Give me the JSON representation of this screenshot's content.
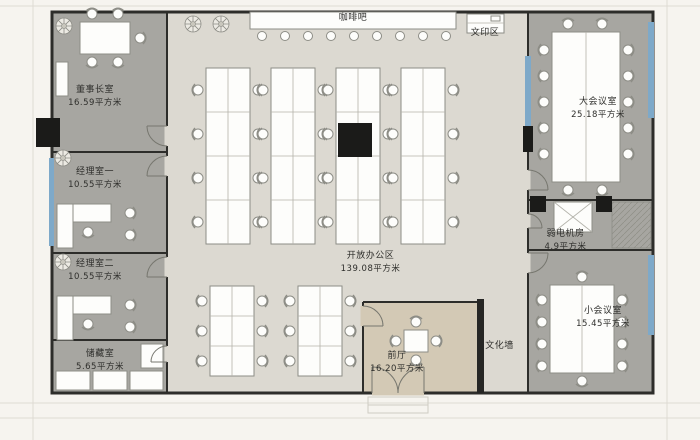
{
  "rooms": {
    "chairman": {
      "name": "董事长室",
      "area": "16.59平方米"
    },
    "manager_one": {
      "name": "经理室一",
      "area": "10.55平方米"
    },
    "manager_two": {
      "name": "经理室二",
      "area": "10.55平方米"
    },
    "storage": {
      "name": "储藏室",
      "area": "5.65平方米"
    },
    "open_office": {
      "name": "开放办公区",
      "area": "139.08平方米"
    },
    "coffee_bar": {
      "name": "咖啡吧"
    },
    "print_zone": {
      "name": "文印区"
    },
    "large_meeting": {
      "name": "大会议室",
      "area": "25.18平方米"
    },
    "low_voltage": {
      "name": "弱电机房",
      "area": "4.9平方米"
    },
    "small_meeting": {
      "name": "小会议室",
      "area": "15.45平方米"
    },
    "front_hall": {
      "name": "前厅",
      "area": "16.20平方米"
    },
    "culture_wall": {
      "name": "文化墙"
    }
  },
  "colors": {
    "room_fill": "#a7a6a1",
    "open_area_fill": "#dcd9d1",
    "front_hall_fill": "#d3c9b5",
    "wall": "#2d2d2a",
    "window_accent": "#7ea9c9",
    "column_black": "#1b1b19",
    "furniture_fill": "#fdfdfb",
    "furniture_stroke": "#8d8d86"
  }
}
